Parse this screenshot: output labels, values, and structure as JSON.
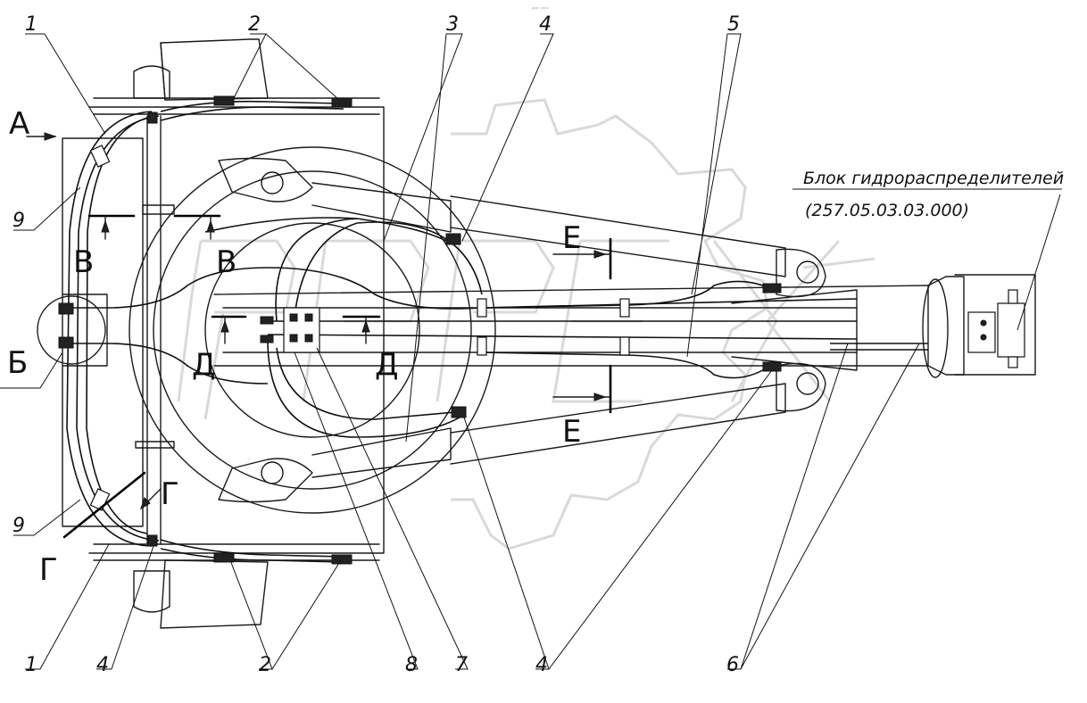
{
  "caption": {
    "line1": "Блок гидрораспределителей",
    "line2": "(257.05.03.03.000)"
  },
  "callouts": {
    "c1_top": "1",
    "c2_top": "2",
    "c3_top": "3",
    "c4_top": "4",
    "c5_top": "5",
    "c9_upper": "9",
    "c9_lower": "9",
    "c1_bottom": "1",
    "c4_bottom_left": "4",
    "c2_bottom": "2",
    "c8_bottom": "8",
    "c7_bottom": "7",
    "c4_bottom_mid": "4",
    "c6_bottom": "6"
  },
  "sections": {
    "a": "А",
    "b": "Б",
    "v_left": "В",
    "v_right": "В",
    "g_right": "Г",
    "g_left": "Г",
    "d_left": "Д",
    "d_right": "Д",
    "e_top": "Е",
    "e_bottom": "Е"
  },
  "watermark": {
    "text": "ОРЕХ",
    "small_mark": "ᵍᵖᵒ ˢᵃᵘˣ"
  }
}
